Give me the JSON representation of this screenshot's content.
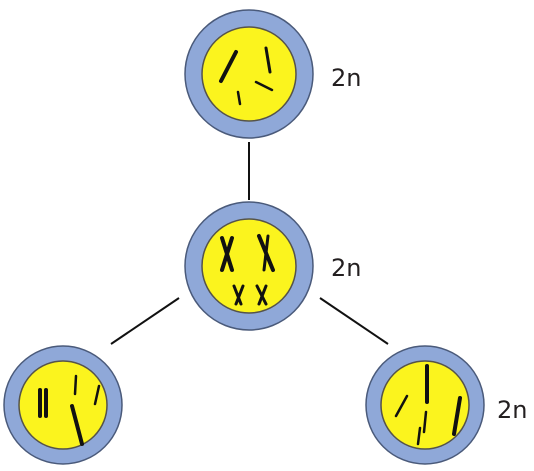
{
  "colors": {
    "cell_membrane": "#8fa8d8",
    "cell_outline": "#4a5a7a",
    "nucleus": "#fbf41e",
    "nucleus_outline": "#55534a",
    "chromosome": "#111111",
    "connector": "#111111"
  },
  "cells": [
    {
      "id": "parent-cell",
      "label": "2n",
      "stage": "interphase"
    },
    {
      "id": "dividing-cell",
      "label": "2n",
      "stage": "metaphase"
    },
    {
      "id": "daughter-cell-left",
      "label": "",
      "stage": "interphase"
    },
    {
      "id": "daughter-cell-right",
      "label": "2n",
      "stage": "interphase"
    }
  ]
}
